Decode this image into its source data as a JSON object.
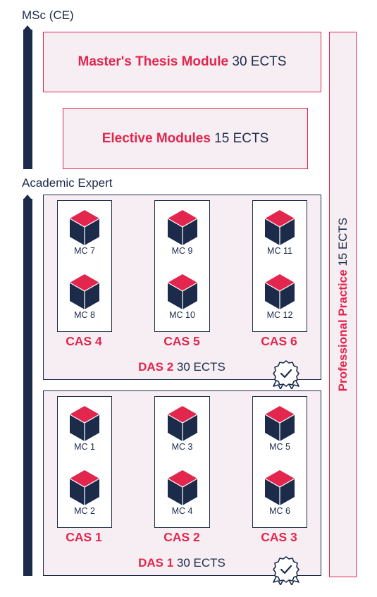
{
  "msc_label": "MSc (CE)",
  "academic_label": "Academic Expert",
  "thesis": {
    "name": "Master's Thesis Module",
    "ects": "30 ECTS"
  },
  "elective": {
    "name": "Elective Modules",
    "ects": "15 ECTS"
  },
  "professional": {
    "name": "Professional Practice",
    "ects": "15 ECTS"
  },
  "das2": {
    "name": "DAS 2",
    "ects": "30 ECTS"
  },
  "das1": {
    "name": "DAS 1",
    "ects": "30 ECTS"
  },
  "cas": [
    "CAS 1",
    "CAS 2",
    "CAS 3",
    "CAS 4",
    "CAS 5",
    "CAS 6"
  ],
  "mc": [
    "MC 1",
    "MC 2",
    "MC 3",
    "MC 4",
    "MC 5",
    "MC 6",
    "MC 7",
    "MC 8",
    "MC 9",
    "MC 10",
    "MC 11",
    "MC 12"
  ],
  "colors": {
    "navy": "#1c2b4a",
    "accent": "#e2264d",
    "panel": "#f6eef3"
  },
  "icons": {
    "module": "cube-icon",
    "certificate": "certificate-badge-icon"
  }
}
